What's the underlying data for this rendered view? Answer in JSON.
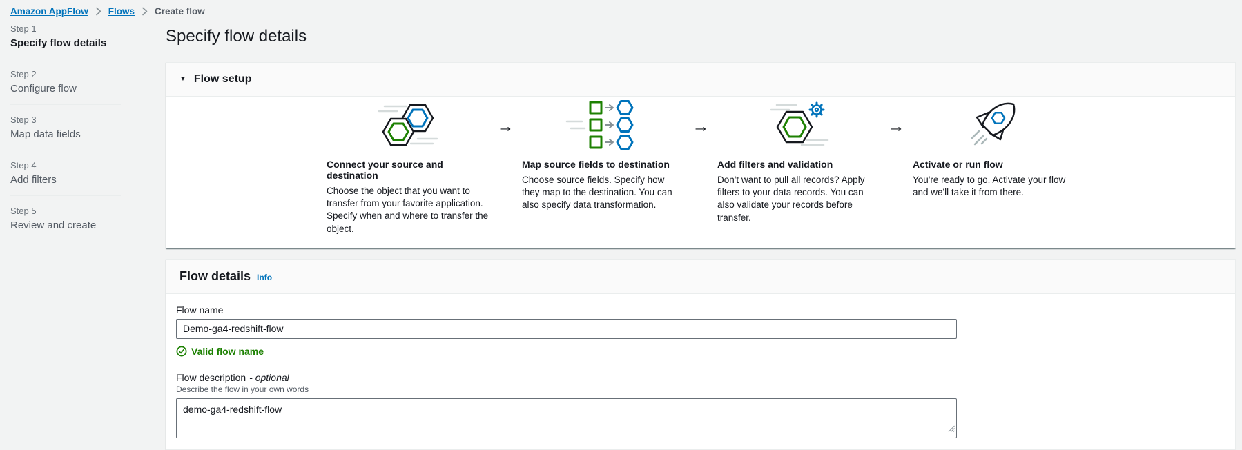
{
  "breadcrumb": {
    "items": [
      {
        "label": "Amazon AppFlow"
      },
      {
        "label": "Flows"
      },
      {
        "label": "Create flow"
      }
    ]
  },
  "steps": [
    {
      "step": "Step 1",
      "label": "Specify flow details",
      "active": true
    },
    {
      "step": "Step 2",
      "label": "Configure flow",
      "active": false
    },
    {
      "step": "Step 3",
      "label": "Map data fields",
      "active": false
    },
    {
      "step": "Step 4",
      "label": "Add filters",
      "active": false
    },
    {
      "step": "Step 5",
      "label": "Review and create",
      "active": false
    }
  ],
  "page": {
    "title": "Specify flow details"
  },
  "flow_setup": {
    "caret": "▼",
    "title": "Flow setup",
    "arrow": "→",
    "columns": [
      {
        "icon": "connect-source-destination-icon",
        "title": "Connect your source and destination",
        "description": "Choose the object that you want to transfer from your favorite application. Specify when and where to transfer the object."
      },
      {
        "icon": "map-fields-icon",
        "title": "Map source fields to destination",
        "description": "Choose source fields. Specify how they map to the destination. You can also specify data transformation."
      },
      {
        "icon": "add-filters-validation-icon",
        "title": "Add filters and validation",
        "description": "Don't want to pull all records? Apply filters to your data records. You can also validate your records before transfer."
      },
      {
        "icon": "rocket-icon",
        "title": "Activate or run flow",
        "description": "You're ready to go. Activate your flow and we'll take it from there."
      }
    ]
  },
  "flow_details": {
    "title": "Flow details",
    "info_label": "Info",
    "flow_name": {
      "label": "Flow name",
      "value": "Demo-ga4-redshift-flow",
      "validation": "Valid flow name"
    },
    "flow_description": {
      "label": "Flow description",
      "optional_suffix": "- optional",
      "hint": "Describe the flow in your own words",
      "value": "demo-ga4-redshift-flow"
    }
  },
  "colors": {
    "link_blue": "#0073bb",
    "valid_green": "#1d8102",
    "text_dark": "#16191f",
    "text_secondary": "#545b64",
    "page_background": "#f2f3f3",
    "card_header_background": "#fafafa",
    "border": "#eaeded",
    "input_border": "#687078"
  }
}
